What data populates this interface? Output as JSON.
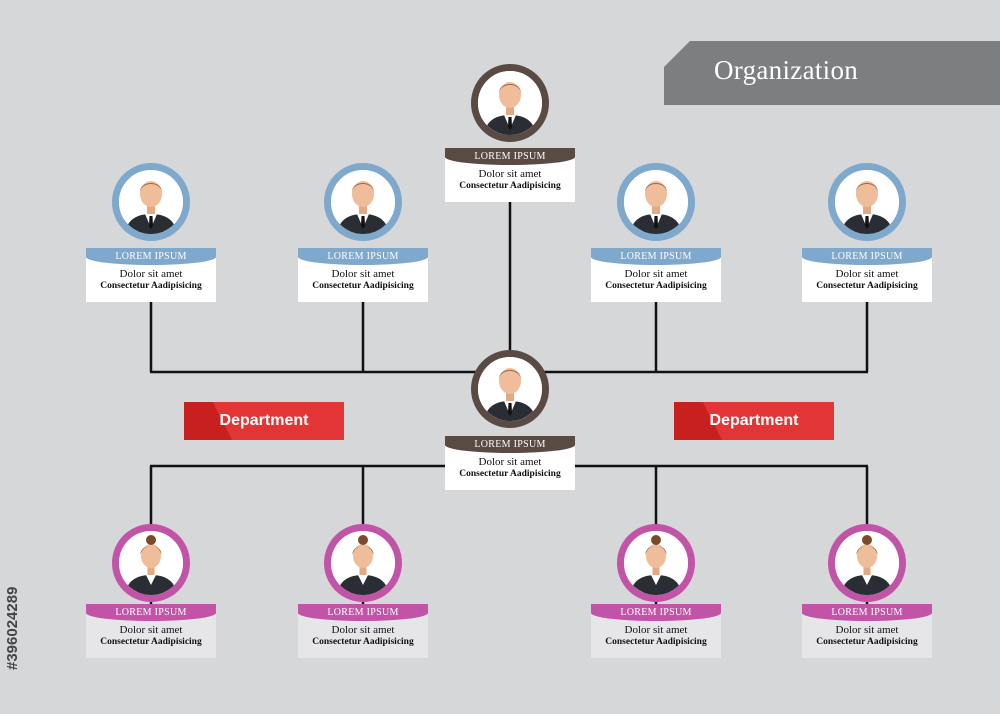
{
  "title": "Organization",
  "department_left": "Department",
  "department_right": "Department",
  "side_text": "#396024289",
  "colors": {
    "blue": "#7ea8cc",
    "brown": "#5a4a44",
    "pink": "#c254a8",
    "red": "#e23535",
    "banner": "#7d7e80"
  },
  "nodes": [
    {
      "id": "top",
      "style": "brown",
      "avatar": "man-icon",
      "heading": "LOREM IPSUM",
      "line1": "Dolor sit amet",
      "line2": "Consectetur Aadipisicing"
    },
    {
      "id": "upper-1",
      "style": "blue",
      "avatar": "man-icon",
      "heading": "LOREM IPSUM",
      "line1": "Dolor sit amet",
      "line2": "Consectetur Aadipisicing"
    },
    {
      "id": "upper-2",
      "style": "blue",
      "avatar": "man-icon",
      "heading": "LOREM IPSUM",
      "line1": "Dolor sit amet",
      "line2": "Consectetur Aadipisicing"
    },
    {
      "id": "upper-3",
      "style": "blue",
      "avatar": "man-icon",
      "heading": "LOREM IPSUM",
      "line1": "Dolor sit amet",
      "line2": "Consectetur Aadipisicing"
    },
    {
      "id": "upper-4",
      "style": "blue",
      "avatar": "man-icon",
      "heading": "LOREM IPSUM",
      "line1": "Dolor sit amet",
      "line2": "Consectetur Aadipisicing"
    },
    {
      "id": "center",
      "style": "brown",
      "avatar": "man-icon",
      "heading": "LOREM IPSUM",
      "line1": "Dolor sit amet",
      "line2": "Consectetur Aadipisicing"
    },
    {
      "id": "lower-1",
      "style": "pink",
      "avatar": "woman-icon",
      "heading": "LOREM IPSUM",
      "line1": "Dolor sit amet",
      "line2": "Consectetur Aadipisicing"
    },
    {
      "id": "lower-2",
      "style": "pink",
      "avatar": "woman-icon",
      "heading": "LOREM IPSUM",
      "line1": "Dolor sit amet",
      "line2": "Consectetur Aadipisicing"
    },
    {
      "id": "lower-3",
      "style": "pink",
      "avatar": "woman-icon",
      "heading": "LOREM IPSUM",
      "line1": "Dolor sit amet",
      "line2": "Consectetur Aadipisicing"
    },
    {
      "id": "lower-4",
      "style": "pink",
      "avatar": "woman-icon",
      "heading": "LOREM IPSUM",
      "line1": "Dolor sit amet",
      "line2": "Consectetur Aadipisicing"
    }
  ]
}
